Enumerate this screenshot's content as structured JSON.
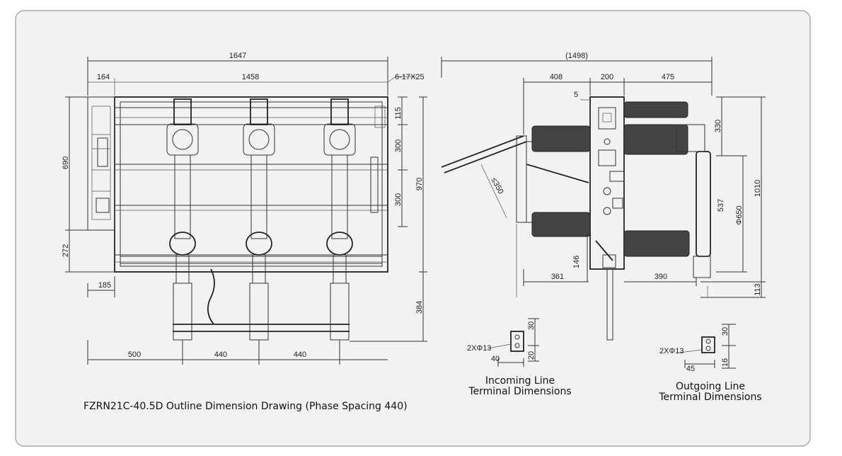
{
  "caption": "FZRN21C-40.5D Outline Dimension Drawing (Phase Spacing 440)",
  "front_view": {
    "d_1647": "1647",
    "d_164": "164",
    "d_1458": "1458",
    "d_hole": "6-17X25",
    "d_115": "115",
    "d_300a": "300",
    "d_300b": "300",
    "d_970": "970",
    "d_690": "690",
    "d_272": "272",
    "d_185": "185",
    "d_384": "384",
    "d_500": "500",
    "d_440a": "440",
    "d_440b": "440"
  },
  "side_view": {
    "d_1498": "(1498)",
    "d_408": "408",
    "d_200": "200",
    "d_475": "475",
    "d_5": "5",
    "d_330": "330",
    "d_1010": "1010",
    "d_537": "537",
    "d_650": "Φ650",
    "d_350": "≤350",
    "d_146": "146",
    "d_361": "361",
    "d_390": "390",
    "d_113": "113"
  },
  "incoming_terminal": {
    "holes": "2XΦ13",
    "d_40": "40",
    "d_30": "30",
    "d_20": "20",
    "label_line1": "Incoming Line",
    "label_line2": "Terminal Dimensions"
  },
  "outgoing_terminal": {
    "holes": "2XΦ13",
    "d_45": "45",
    "d_30": "30",
    "d_16": "16",
    "label_line1": "Outgoing Line",
    "label_line2": "Terminal Dimensions"
  }
}
